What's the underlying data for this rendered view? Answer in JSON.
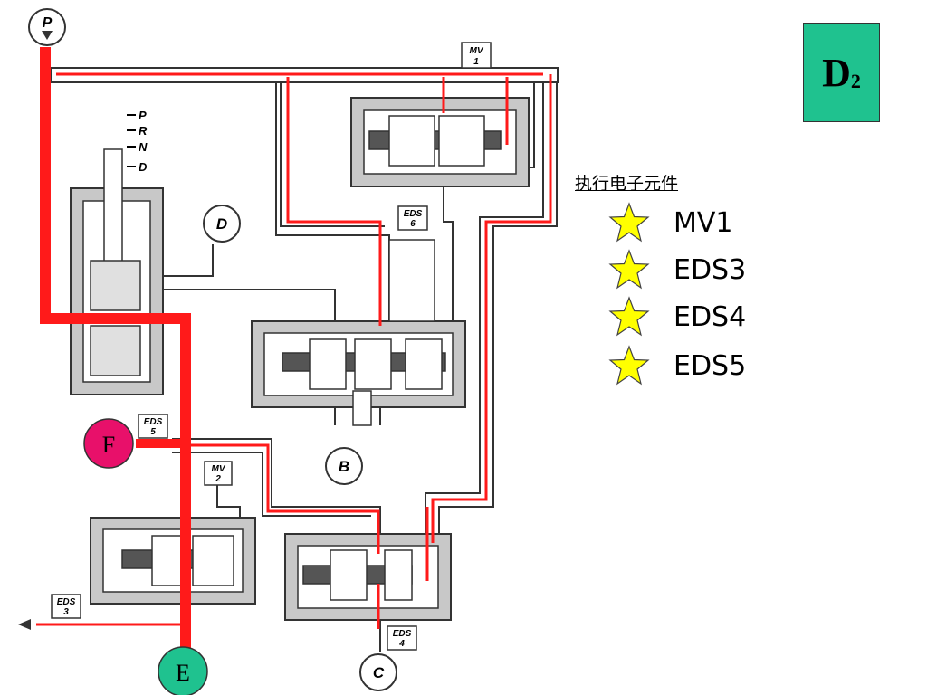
{
  "mode": {
    "main": "D",
    "sub": "2"
  },
  "legend": {
    "title": "执行电子元件",
    "items": [
      {
        "label": "MV1",
        "icon": "star-icon",
        "color": "#ffff00"
      },
      {
        "label": "EDS3",
        "icon": "star-icon",
        "color": "#ffff00"
      },
      {
        "label": "EDS4",
        "icon": "star-icon",
        "color": "#ffff00"
      },
      {
        "label": "EDS5",
        "icon": "star-icon",
        "color": "#ffff00"
      }
    ]
  },
  "diagram": {
    "gear_positions": [
      "P",
      "R",
      "N",
      "D"
    ],
    "pump_label": "P",
    "ports": {
      "d": "D",
      "b": "B",
      "c": "C"
    },
    "circles": {
      "f": "F",
      "e": "E"
    },
    "valves": {
      "mv1": {
        "name": "MV",
        "num": "1"
      },
      "mv2": {
        "name": "MV",
        "num": "2"
      },
      "eds3": {
        "name": "EDS",
        "num": "3"
      },
      "eds4": {
        "name": "EDS",
        "num": "4"
      },
      "eds5": {
        "name": "EDS",
        "num": "5"
      },
      "eds6": {
        "name": "EDS",
        "num": "6"
      }
    },
    "colors": {
      "pressure": "#ff1a1a",
      "line": "#333333",
      "housing": "#c8c8c8",
      "f_circle": "#e8106a",
      "e_circle": "#1fc28f"
    }
  }
}
